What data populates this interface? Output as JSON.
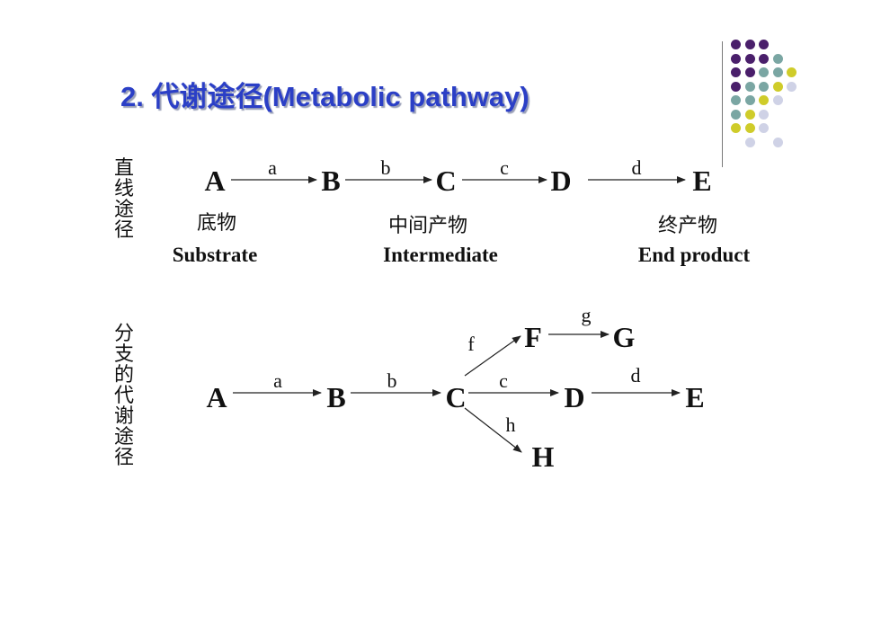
{
  "title": "2. 代谢途径(Metabolic pathway)",
  "section_linear": {
    "label": "直线途径"
  },
  "section_branch": {
    "label": "分支的代谢途径"
  },
  "colors": {
    "title": "#2b3fc6",
    "purple": "#4a1f6b",
    "teal": "#7aa6a3",
    "olive": "#cfcc2a",
    "lavender": "#cfd2e6"
  },
  "linear": {
    "nodes": [
      "A",
      "B",
      "C",
      "D",
      "E"
    ],
    "edges": [
      "a",
      "b",
      "c",
      "d"
    ],
    "labels": {
      "substrate_cn": "底物",
      "substrate_en": "Substrate",
      "intermediate_cn": "中间产物",
      "intermediate_en": "Intermediate",
      "end_cn": "终产物",
      "end_en": "End product"
    }
  },
  "branch": {
    "nodes": [
      "A",
      "B",
      "C",
      "D",
      "E",
      "F",
      "G",
      "H"
    ],
    "edges": [
      "a",
      "b",
      "c",
      "d",
      "f",
      "g",
      "h"
    ]
  }
}
